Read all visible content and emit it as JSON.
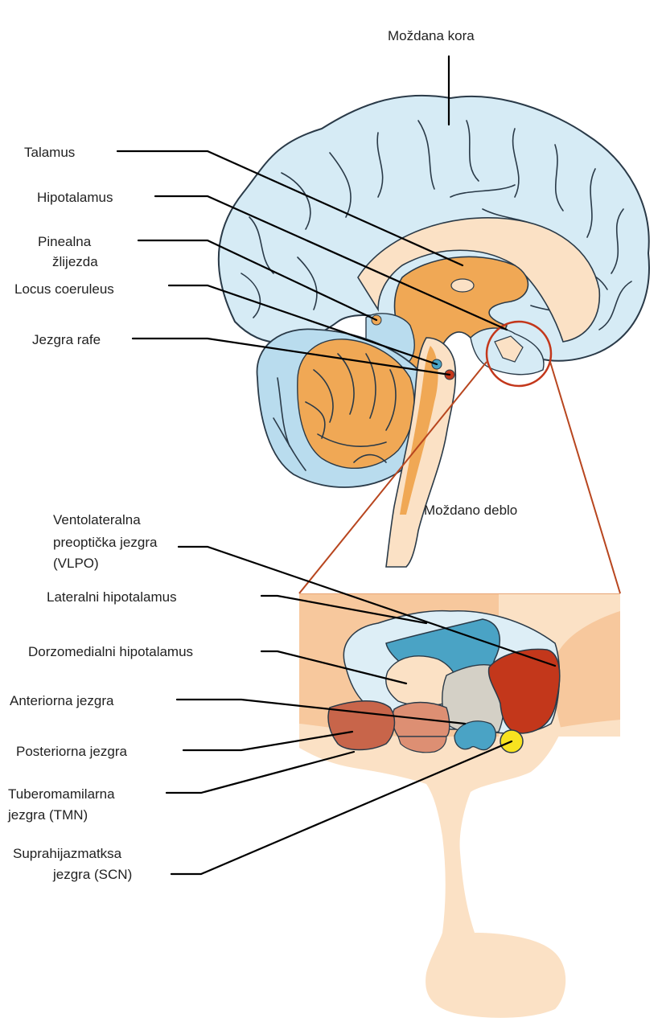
{
  "labels": {
    "cortex": "Moždana kora",
    "thalamus": "Talamus",
    "hypothalamus": "Hipotalamus",
    "pineal_line1": "Pinealna",
    "pineal_line2": "žlijezda",
    "locus": "Locus coeruleus",
    "raphe": "Jezgra rafe",
    "brainstem": "Moždano deblo",
    "vlpo_line1": "Ventolateralna",
    "vlpo_line2": "preoptička jezgra",
    "vlpo_line3": "(VLPO)",
    "lateral_hyp": "Lateralni hipotalamus",
    "dorsomedial_hyp": "Dorzomedialni hipotalamus",
    "anterior": "Anteriorna jezgra",
    "posterior": "Posteriorna jezgra",
    "tmn_line1": "Tuberomamilarna",
    "tmn_line2": "jezgra (TMN)",
    "scn_line1": "Suprahijazmatksa",
    "scn_line2": "jezgra (SCN)"
  },
  "colors": {
    "cortex": "#d6ebf5",
    "cerebellum_outer": "#b9dcee",
    "orange": "#f0a855",
    "peach": "#fbe1c5",
    "inset_bg": "#f7c89d",
    "vlpo": "#c3371b",
    "lateral": "#4aa3c5",
    "grey": "#d4d0c6",
    "posterior": "#dd8f73",
    "tmn": "#c8654a",
    "scn": "#f7e220",
    "pale_blue": "#ddeef6"
  }
}
